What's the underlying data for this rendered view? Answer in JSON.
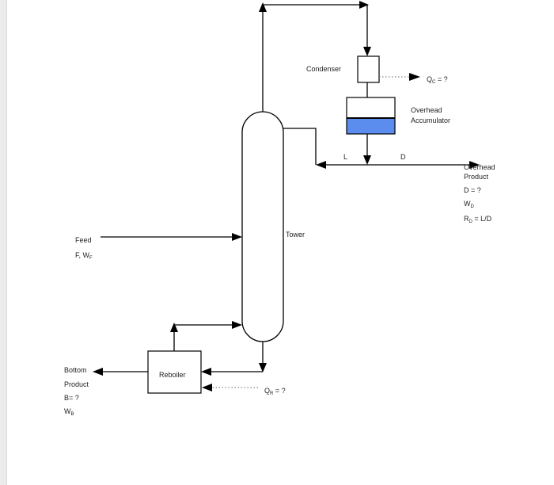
{
  "labels": {
    "condenser": "Condenser",
    "qc": "Q",
    "qc_sub": "C",
    "qc_tail": " = ?",
    "accumulator_line1": "Overhead",
    "accumulator_line2": "Accumulator",
    "reflux": "L",
    "distillate": "D",
    "overhead_product_line1": "Overhead",
    "overhead_product_line2": "Product",
    "overhead_d": "D = ?",
    "overhead_w": "W",
    "overhead_w_sub": "D",
    "overhead_r": "R",
    "overhead_r_sub": "D",
    "overhead_r_tail": " = L/D",
    "tower": "Tower",
    "feed": "Feed",
    "feed_vars": "F, W",
    "feed_vars_sub": "F",
    "reboiler": "Reboiler",
    "qr": "Q",
    "qr_sub": "R",
    "qr_tail": " = ?",
    "bottom_line1": "Bottom",
    "bottom_line2": "Product",
    "bottom_b": "B= ?",
    "bottom_w": "W",
    "bottom_w_sub": "B"
  },
  "colors": {
    "accumulator_liquid": "#5b8def",
    "line": "#000000"
  }
}
